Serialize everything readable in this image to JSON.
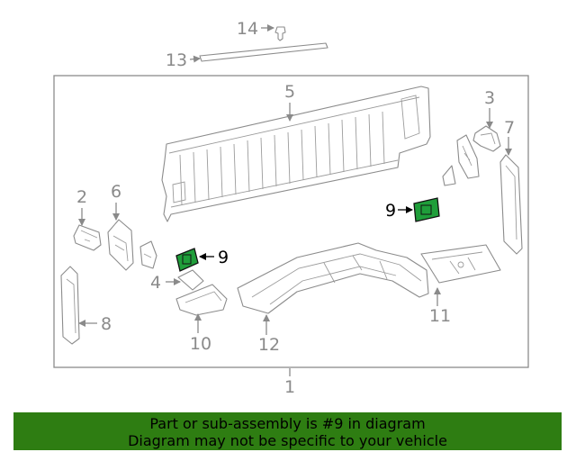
{
  "diagram": {
    "labels": {
      "p1": "1",
      "p2": "2",
      "p3": "3",
      "p4": "4",
      "p5": "5",
      "p6": "6",
      "p7": "7",
      "p8": "8",
      "p9a": "9",
      "p9b": "9",
      "p10": "10",
      "p11": "11",
      "p12": "12",
      "p13": "13",
      "p14": "14"
    },
    "colors": {
      "highlight_fill": "#1f9e3a",
      "banner_bg": "#2e7d12",
      "line": "#8c8c8c"
    }
  },
  "banner": {
    "line1": "Part or sub-assembly is #9 in diagram",
    "line2": "Diagram may not be specific to your vehicle"
  }
}
